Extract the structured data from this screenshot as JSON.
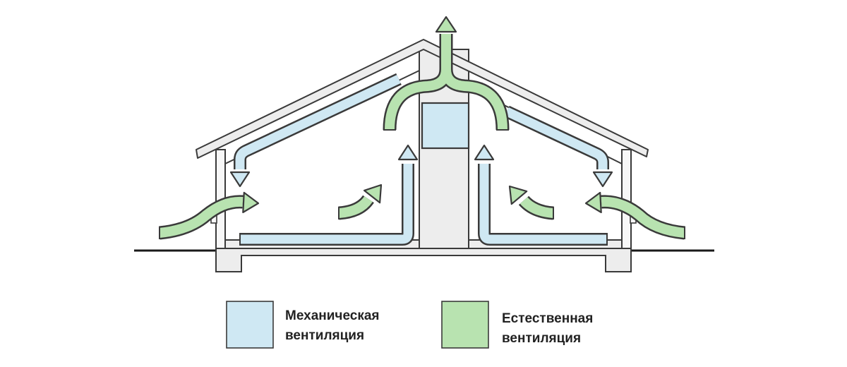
{
  "colors": {
    "outline": "#3a3a3a",
    "structure_fill": "#ededed",
    "wall_fill": "#f7f7f7",
    "mechanical_fill": "#cfe8f3",
    "natural_fill": "#b8e3b0",
    "background": "#ffffff"
  },
  "legend": {
    "mechanical": {
      "line1": "Механическая",
      "line2": "вентиляция"
    },
    "natural": {
      "line1": "Естественная",
      "line2": "вентиляция"
    }
  }
}
